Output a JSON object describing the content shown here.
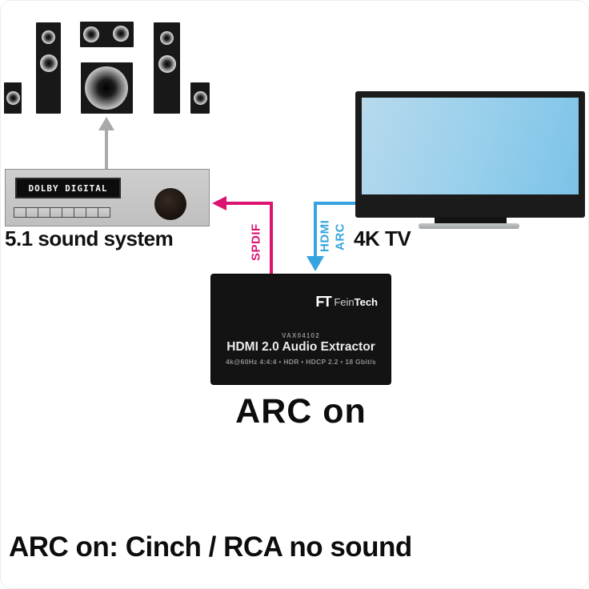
{
  "colors": {
    "spdif_pink": "#dc1371",
    "hdmi_blue": "#37a4df",
    "tv_screen_blue": "#8fcbea",
    "receiver_gray": "#c7c7c7",
    "device_black": "#131313"
  },
  "receiver": {
    "display_text": "DOLBY DIGITAL",
    "label": "5.1 sound system"
  },
  "tv": {
    "label": "4K TV"
  },
  "cables": {
    "spdif_label": "SPDIF",
    "hdmi_label": "HDMI",
    "arc_label": "ARC"
  },
  "extractor": {
    "logo_monogram": "FT",
    "logo_text_regular": "Fein",
    "logo_text_bold": "Tech",
    "model_number": "VAX04102",
    "product_title": "HDMI 2.0 Audio Extractor",
    "specs_line": "4k@60Hz 4:4:4 • HDR • HDCP 2.2 • 18 Gbit/s"
  },
  "mode_title": "ARC on",
  "caption": "ARC on: Cinch / RCA no sound"
}
